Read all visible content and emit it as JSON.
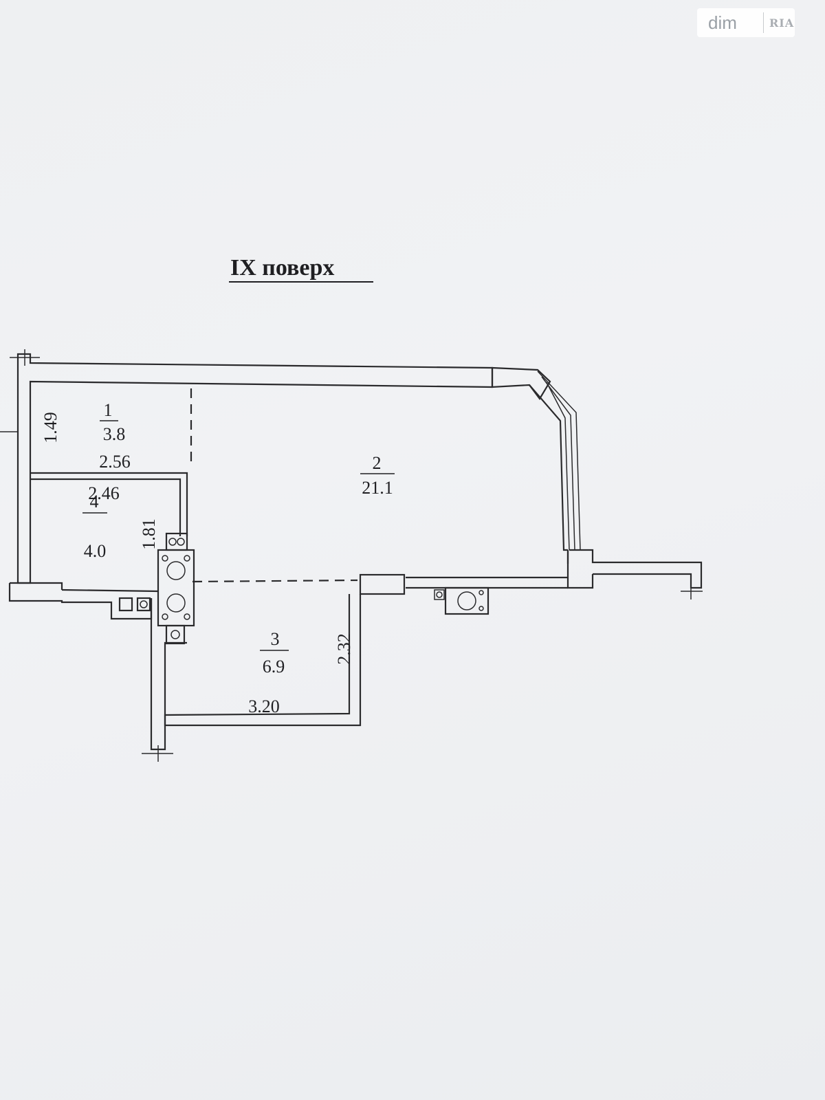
{
  "title": "IX поверх",
  "watermark": {
    "brand": "dim",
    "mark": "RIA"
  },
  "rooms": [
    {
      "number": "1",
      "area": "3.8"
    },
    {
      "number": "2",
      "area": "21.1"
    },
    {
      "number": "3",
      "area": "6.9"
    },
    {
      "number": "4",
      "area": "4.0"
    }
  ],
  "dimensions": {
    "d149": "1.49",
    "d256": "2.56",
    "d246": "2.46",
    "d181": "1.81",
    "d232": "2.32",
    "d320": "3.20"
  },
  "colors": {
    "ink": "#2a2a2c",
    "paper": "#eef0f2"
  }
}
